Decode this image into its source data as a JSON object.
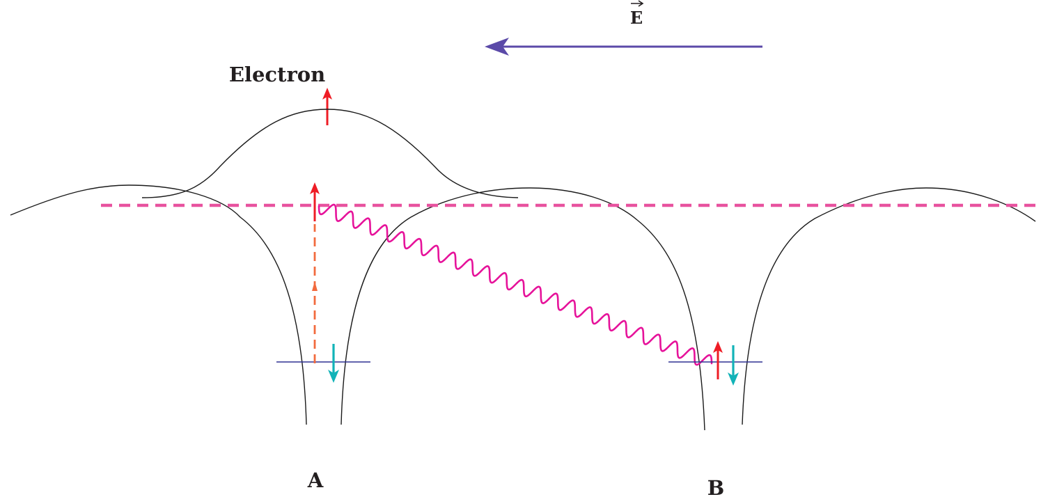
{
  "labels": {
    "field": "E",
    "electron": "Electron",
    "site_a": "A",
    "site_b": "B"
  },
  "colors": {
    "potential_curve": "#1a1a1a",
    "fermi_line": "#e8529f",
    "field_arrow": "#5b4aa8",
    "spin_up": "#ee1c25",
    "spin_down": "#12b3b8",
    "wavy_transition": "#e6129a",
    "excitation_dash": "#f26a3d",
    "energy_level": "#2e3192"
  },
  "icons": {
    "field_vector": "left-arrow-icon",
    "spin_up": "up-arrow-icon",
    "spin_down": "down-arrow-icon"
  }
}
